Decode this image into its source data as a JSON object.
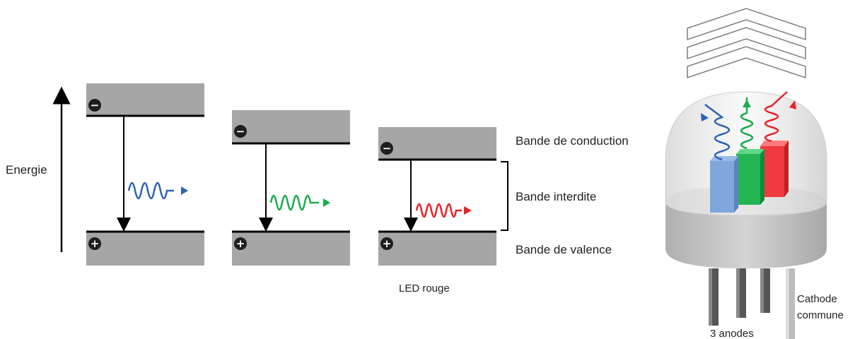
{
  "energy_axis": {
    "label": "Energie"
  },
  "bands": {
    "conduction_label": "Bande de conduction",
    "gap_label": "Bande interdite",
    "valence_label": "Bande de valence"
  },
  "signs": {
    "electron": "−",
    "hole": "+"
  },
  "leds": [
    {
      "color": "#2e63b5"
    },
    {
      "color": "#1aaa4a"
    },
    {
      "color": "#e8222a",
      "caption": "LED rouge"
    }
  ],
  "rgb_led": {
    "cathode_label_line1": "Cathode",
    "cathode_label_line2": "commune",
    "anodes_label": "3 anodes"
  },
  "colors": {
    "band_fill": "#a6a6a6",
    "band_edge": "#000000",
    "dome": "#e9e9e9",
    "base": "#bdbdbd",
    "blue": "#2e63b5",
    "green": "#1aaa4a",
    "red": "#e8222a"
  }
}
